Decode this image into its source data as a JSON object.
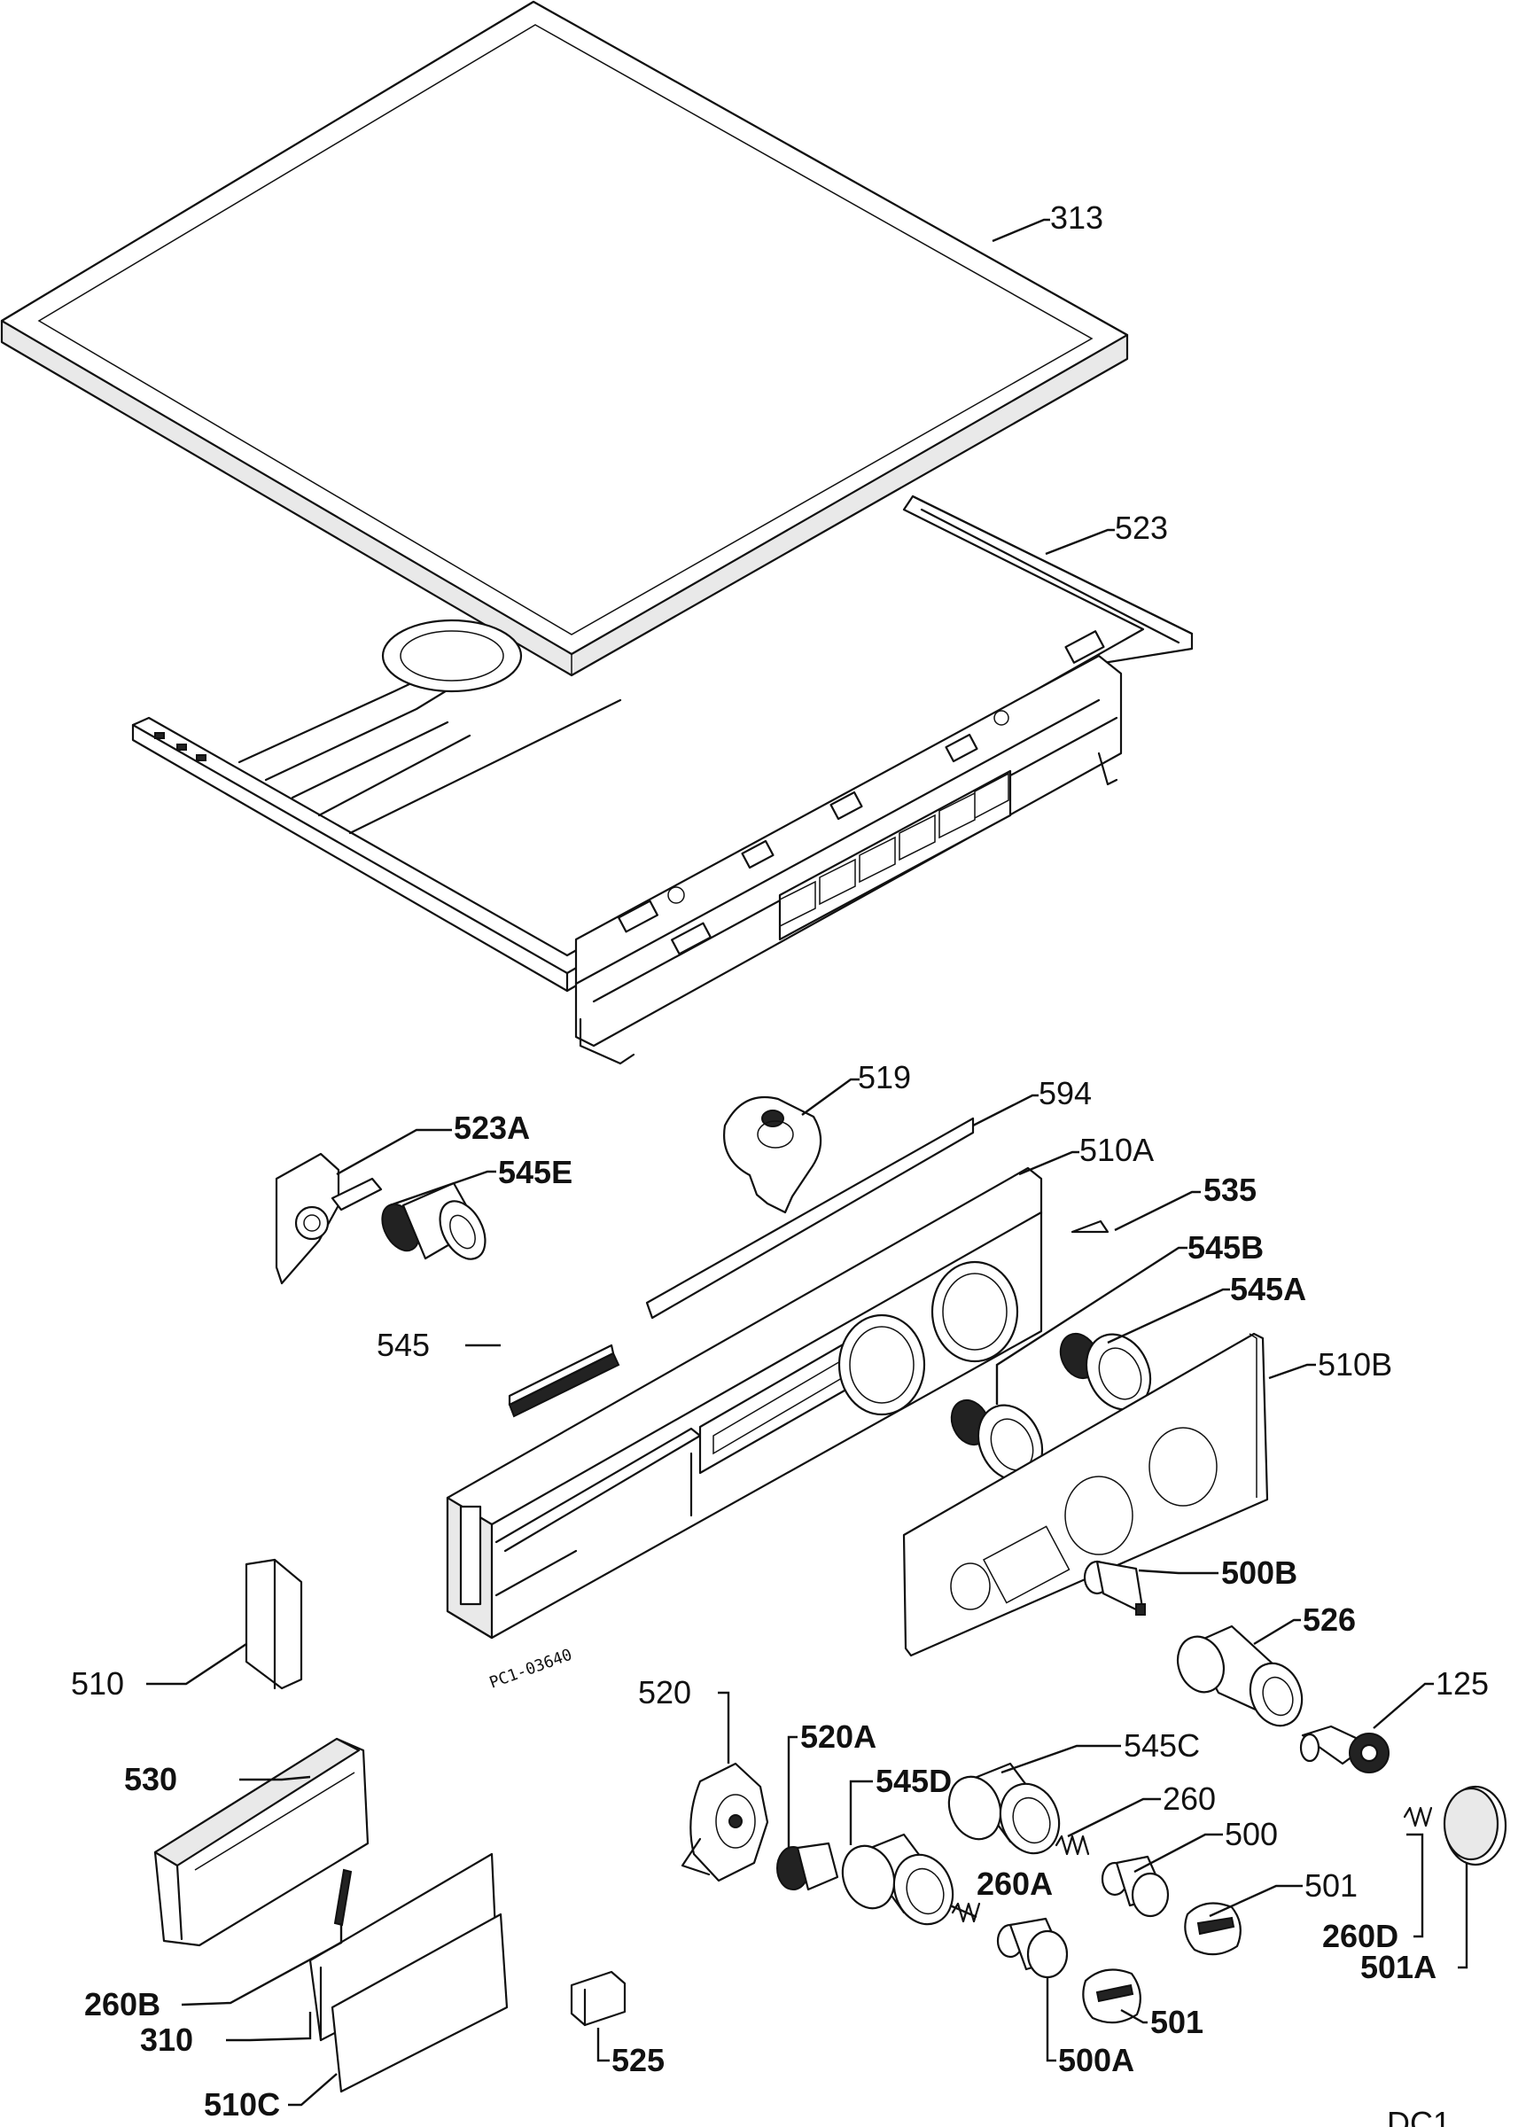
{
  "labels": {
    "l313": "313",
    "l523": "523",
    "l519": "519",
    "l594": "594",
    "l523a": "523A",
    "l545e": "545E",
    "l510a": "510A",
    "l535": "535",
    "l545b": "545B",
    "l545a": "545A",
    "l545": "545",
    "l510b": "510B",
    "l500b": "500B",
    "l526": "526",
    "l125": "125",
    "l510": "510",
    "l520": "520",
    "l520a": "520A",
    "l545d": "545D",
    "l545c": "545C",
    "l260": "260",
    "l500": "500",
    "l530": "530",
    "l260a": "260A",
    "l501": "501",
    "l260d": "260D",
    "l501a": "501A",
    "l260b": "260B",
    "l310": "310",
    "l501b": "501",
    "l525": "525",
    "l500a": "500A",
    "l510c": "510C"
  },
  "stamp": "PC1-03640",
  "corner": "DC1"
}
